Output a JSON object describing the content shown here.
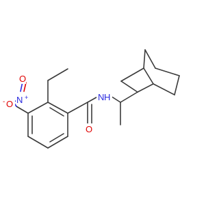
{
  "molecule": {
    "atom_labels": {
      "nitro_O_top": "O",
      "nitro_O_minus": "O",
      "minus_sign": "-",
      "nitro_N": "N",
      "plus_sign": "+",
      "amide_N": "N",
      "amide_H": "H",
      "carbonyl_O": "O"
    },
    "colors": {
      "bond": "#3a3a3a",
      "oxygen": "#e00000",
      "nitrogen": "#2a2adf"
    }
  }
}
